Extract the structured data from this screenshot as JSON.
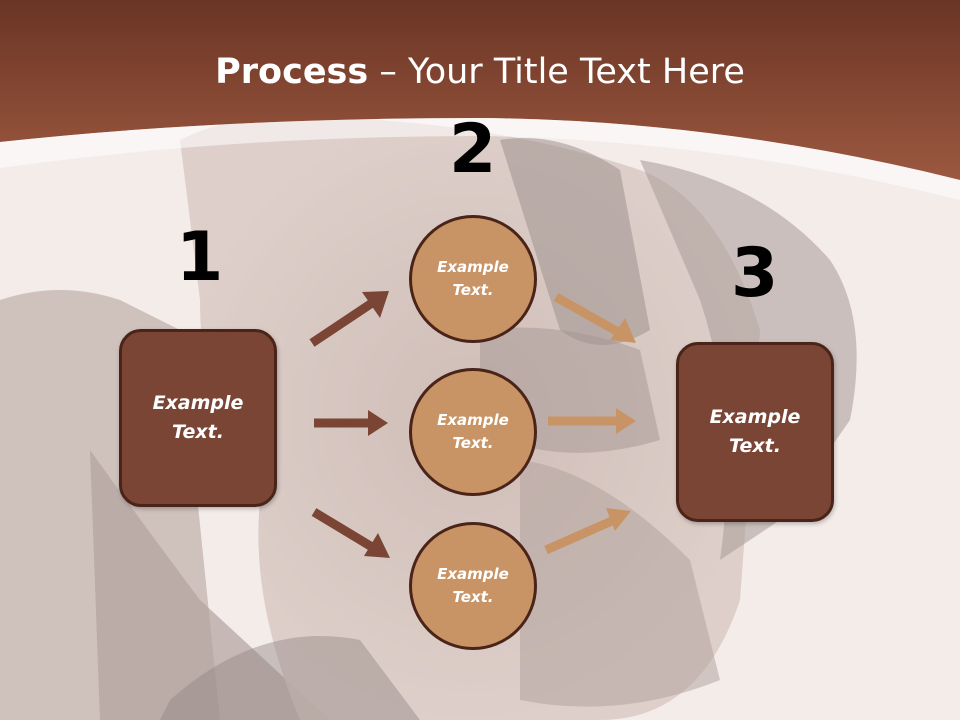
{
  "title": {
    "bold": "Process",
    "dash": " – ",
    "rest": "Your Title Text Here"
  },
  "numbers": [
    "1",
    "2",
    "3"
  ],
  "left_box": {
    "text": "Example\nText."
  },
  "right_box": {
    "text": "Example\nText."
  },
  "circles": [
    {
      "text": "Example\nText."
    },
    {
      "text": "Example\nText."
    },
    {
      "text": "Example\nText."
    }
  ],
  "colors": {
    "header": "#8b4a33",
    "box_fill": "#7a4534",
    "circle_fill": "#c99465",
    "arrow_dark": "#7a4534",
    "arrow_light": "#c99465"
  }
}
